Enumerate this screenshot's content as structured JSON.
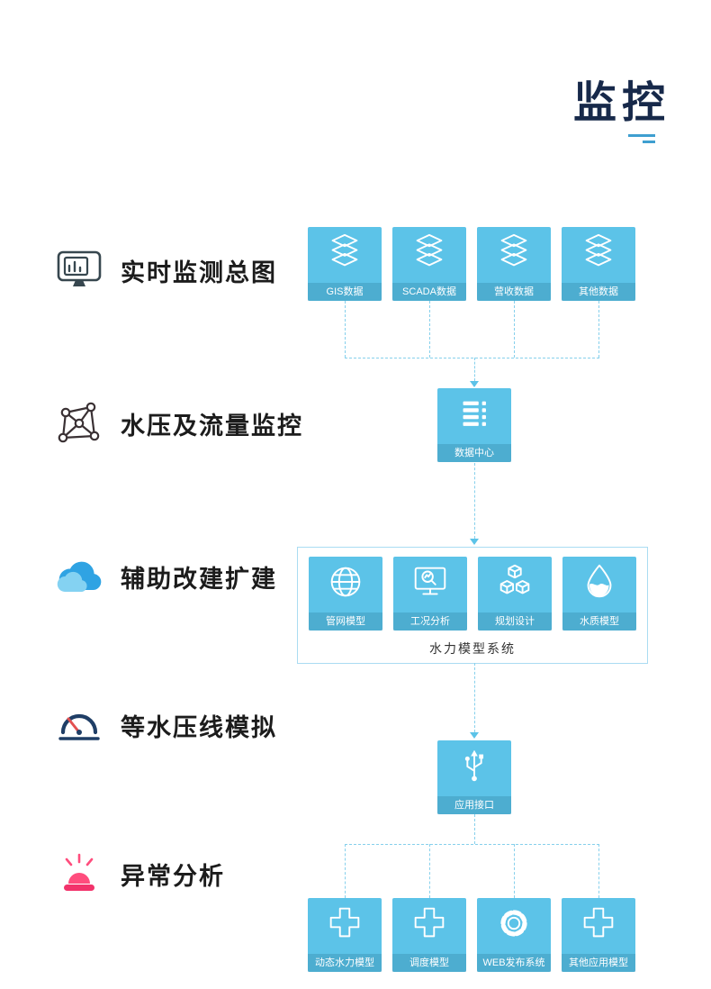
{
  "page": {
    "title": "监控"
  },
  "colors": {
    "accent": "#3f9fd0",
    "node": "#5cc3e8",
    "title": "#17294a"
  },
  "features": [
    {
      "label": "实时监测总图",
      "icon": "monitor-chart-icon"
    },
    {
      "label": "水压及流量监控",
      "icon": "network-icon"
    },
    {
      "label": "辅助改建扩建",
      "icon": "cloud-icon"
    },
    {
      "label": "等水压线模拟",
      "icon": "gauge-icon"
    },
    {
      "label": "异常分析",
      "icon": "alarm-icon"
    }
  ],
  "flow": {
    "sources": [
      {
        "label": "GIS数据",
        "icon": "layers-icon"
      },
      {
        "label": "SCADA数据",
        "icon": "layers-icon"
      },
      {
        "label": "营收数据",
        "icon": "layers-icon"
      },
      {
        "label": "其他数据",
        "icon": "layers-icon"
      }
    ],
    "data_center": {
      "label": "数据中心",
      "icon": "server-icon"
    },
    "model_system": {
      "label": "水力模型系统",
      "modules": [
        {
          "label": "管网模型",
          "icon": "globe-icon"
        },
        {
          "label": "工况分析",
          "icon": "monitor-analysis-icon"
        },
        {
          "label": "规划设计",
          "icon": "cubes-icon"
        },
        {
          "label": "水质模型",
          "icon": "droplet-icon"
        }
      ]
    },
    "interface": {
      "label": "应用接口",
      "icon": "usb-icon"
    },
    "applications": [
      {
        "label": "动态水力模型",
        "icon": "plus-icon"
      },
      {
        "label": "调度模型",
        "icon": "plus-icon"
      },
      {
        "label": "WEB发布系统",
        "icon": "gear-icon"
      },
      {
        "label": "其他应用模型",
        "icon": "plus-icon"
      }
    ]
  }
}
